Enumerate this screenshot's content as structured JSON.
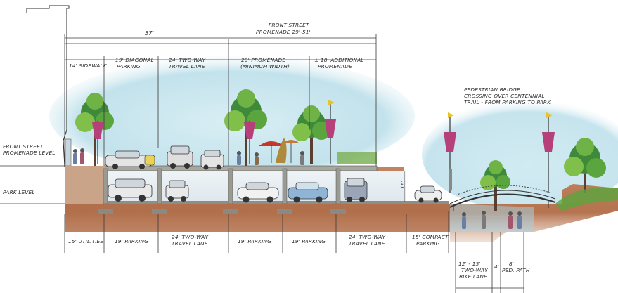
{
  "top_dims": {
    "overall": "57'",
    "promenade_title": "FRONT STREET",
    "promenade_range": "PROMENADE 29'-51'"
  },
  "upper_labels": {
    "sidewalk": "14' SIDEWALK",
    "diagonal_parking_1": "19' DIAGONAL",
    "diagonal_parking_2": "PARKING",
    "travel_lane_1": "24' TWO-WAY",
    "travel_lane_2": "TRAVEL LANE",
    "promenade_1": "29' PROMENADE",
    "promenade_2": "(MINIMUM WIDTH)",
    "additional_1": "± 18' ADDITIONAL",
    "additional_2": "PROMENADE"
  },
  "bridge_note": {
    "line1": "PEDESTRIAN BRIDGE",
    "line2": "CROSSING OVER CENTENNIAL",
    "line3": "TRAIL - FROM PARKING TO PARK"
  },
  "level_labels": {
    "front_street_1": "FRONT STREET",
    "front_street_2": "PROMENADE LEVEL",
    "park_level": "PARK LEVEL"
  },
  "side_dim": "16'",
  "lower_labels": {
    "utilities": "15' UTILITIES",
    "parking_a": "19' PARKING",
    "travel_1": "24' TWO-WAY",
    "travel_2": "TRAVEL LANE",
    "parking_b": "19' PARKING",
    "parking_c": "19' PARKING",
    "travel_b1": "24' TWO-WAY",
    "travel_b2": "TRAVEL LANE",
    "compact_1": "15' COMPACT",
    "compact_2": "PARKING"
  },
  "trail_labels": {
    "bike_1": "12' - 15'",
    "bike_2": "TWO-WAY",
    "bike_3": "BIKE LANE",
    "gap": "4'",
    "ped_1": "8'",
    "ped_2": "PED. PATH"
  },
  "colors": {
    "sky": "#bfe0ea",
    "earth": "#b97a55",
    "earth_dark": "#9c5f3d",
    "concrete": "#b8b8b0",
    "water": "#6fa7c6",
    "foliage": "#3f8a3a",
    "foliage_light": "#7fbf4a",
    "banner": "#b5407a",
    "umbrella": "#c0392b"
  }
}
